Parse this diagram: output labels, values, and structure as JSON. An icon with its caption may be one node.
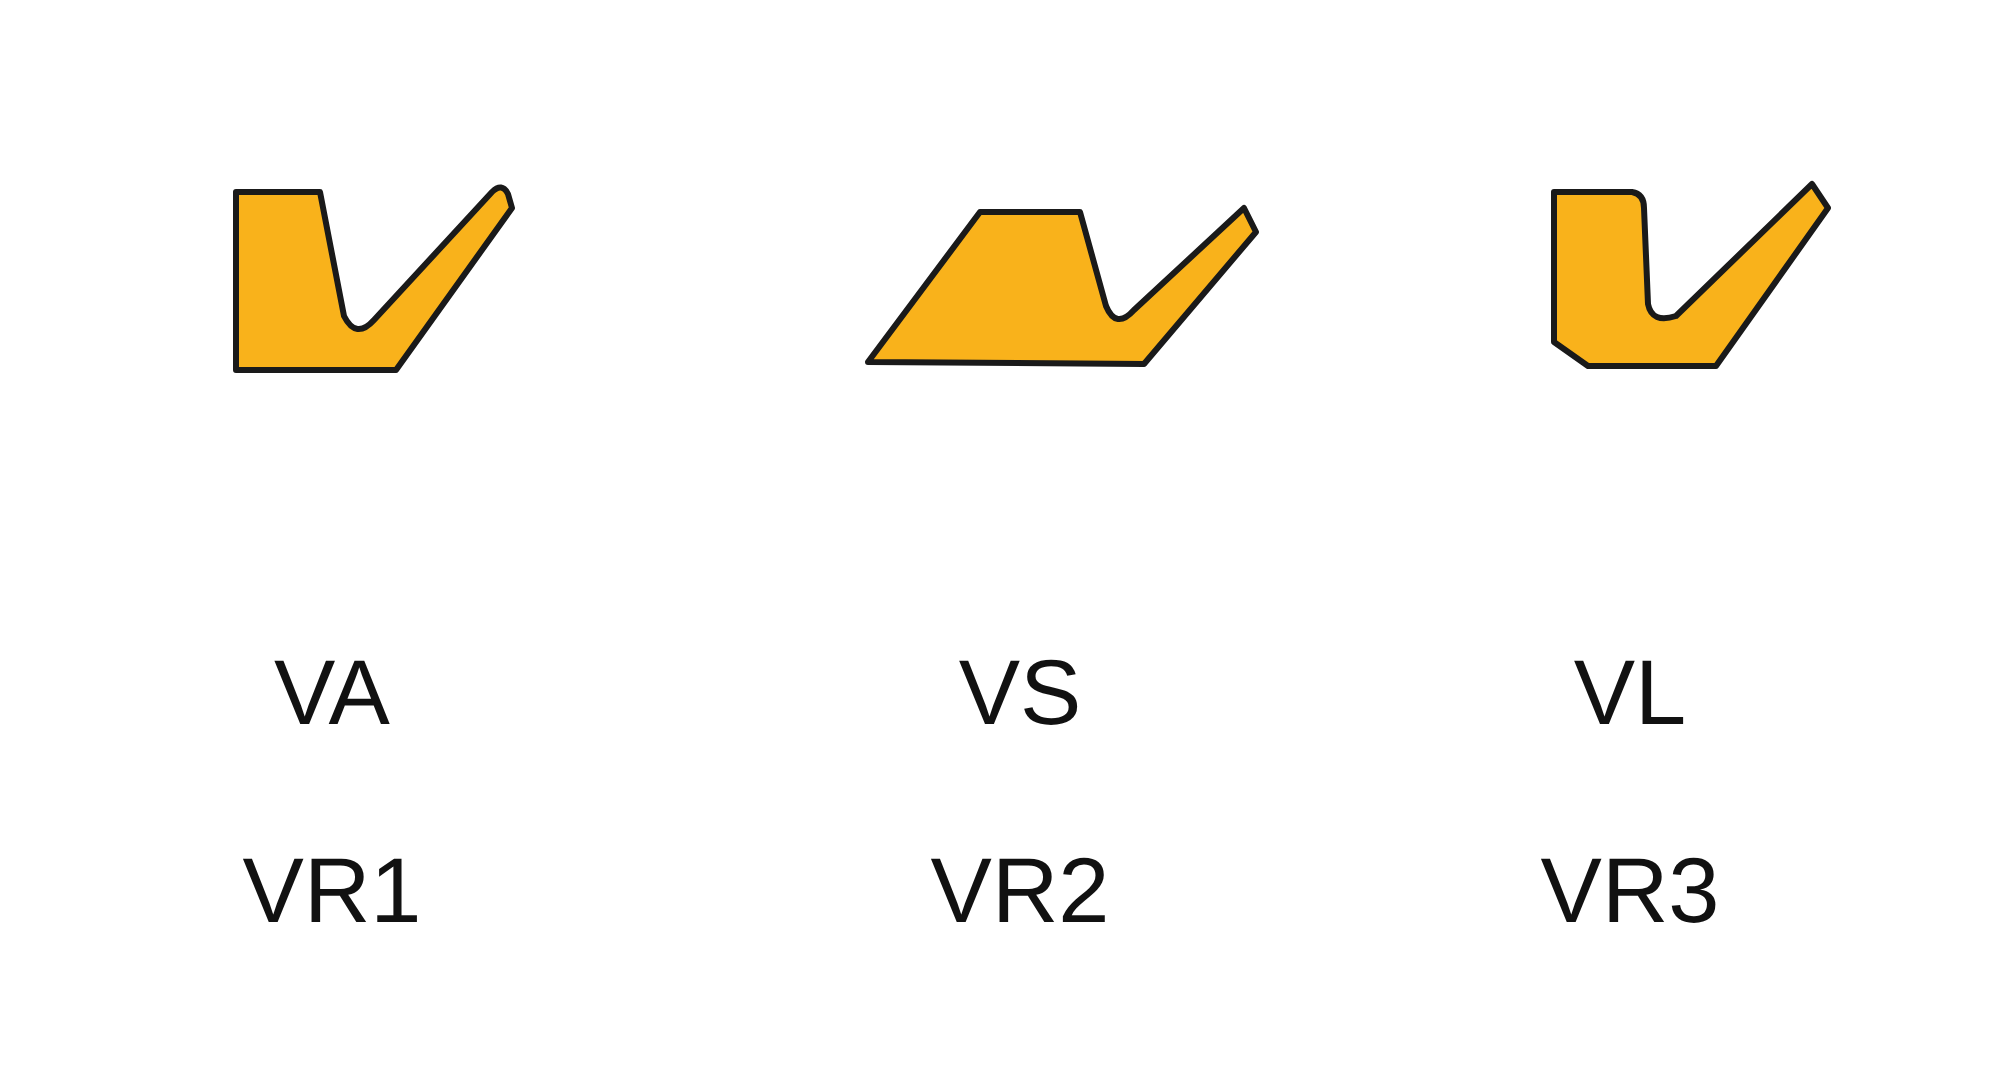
{
  "diagram": {
    "labels": [
      "VA",
      "VS",
      "VL",
      "VR1",
      "VR2",
      "VR3"
    ]
  }
}
